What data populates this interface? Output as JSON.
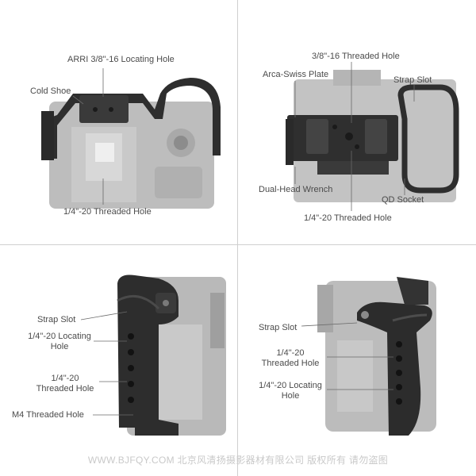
{
  "panels": {
    "top_left": {
      "labels": {
        "arri": "ARRI 3/8\"-16 Locating Hole",
        "cold_shoe": "Cold Shoe",
        "threaded": "1/4\"-20 Threaded Hole"
      }
    },
    "top_right": {
      "labels": {
        "threaded_38": "3/8\"-16 Threaded Hole",
        "arca": "Arca-Swiss Plate",
        "strap": "Strap Slot",
        "wrench": "Dual-Head Wrench",
        "qd": "QD Socket",
        "threaded_14": "1/4\"-20 Threaded Hole"
      }
    },
    "bottom_left": {
      "labels": {
        "strap": "Strap Slot",
        "locating": "1/4\"-20 Locating Hole",
        "threaded": "1/4\"-20 Threaded Hole",
        "m4": "M4 Threaded Hole"
      }
    },
    "bottom_right": {
      "labels": {
        "strap": "Strap Slot",
        "threaded": "1/4\"-20 Threaded Hole",
        "locating": "1/4\"-20 Locating Hole"
      }
    }
  },
  "watermark": "WWW.BJFQY.COM 北京风清扬摄影器材有限公司 版权所有 请勿盗图"
}
